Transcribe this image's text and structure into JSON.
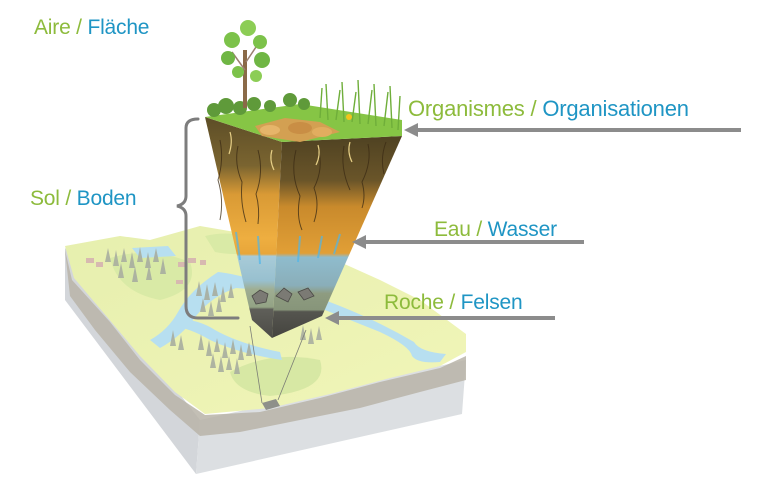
{
  "colors": {
    "french_text": "#8dbb3c",
    "german_text": "#1f95c4",
    "arrow": "#8c8c8c",
    "bracket": "#7d7d7d",
    "grass": "#7cc242",
    "topsoil": "#6b5a2e",
    "subsoil": "#e9a83a",
    "water_layer": "#9cc7d6",
    "deep_layer": "#9aa98a",
    "rock": "#5e5e58",
    "land_surface": "#eef3b8",
    "river": "#b9e1f1",
    "block_side": "#d6d9dc",
    "block_gravel": "#b7b1a4"
  },
  "labels": {
    "area": {
      "fr": "Aire",
      "sep": " / ",
      "de": "Fläche"
    },
    "organisms": {
      "fr": "Organismes",
      "sep": " / ",
      "de": "Organisationen"
    },
    "soil": {
      "fr": "Sol",
      "sep": " / ",
      "de": "Boden"
    },
    "water": {
      "fr": "Eau",
      "sep": " / ",
      "de": "Wasser"
    },
    "rock": {
      "fr": "Roche",
      "sep": " / ",
      "de": "Felsen"
    }
  },
  "illustration": {
    "soil_column_layers": [
      "surface vegetation",
      "topsoil",
      "subsoil",
      "water",
      "deep layer",
      "rock"
    ],
    "landscape": "block landscape with river, forest and meadows"
  }
}
